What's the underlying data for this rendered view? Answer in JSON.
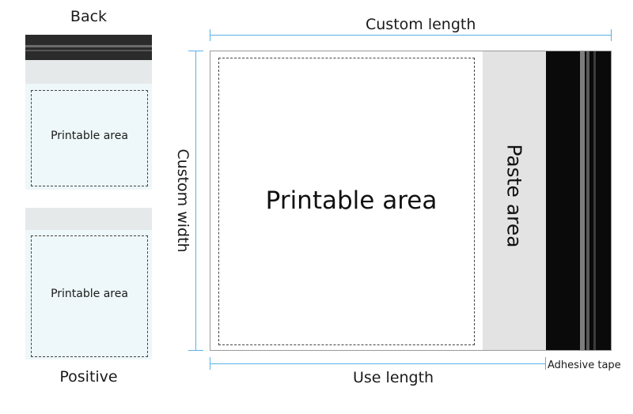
{
  "thumbnails": {
    "back": {
      "title": "Back",
      "printable_label": "Printable area"
    },
    "positive": {
      "title": "Positive",
      "printable_label": "Printable area"
    }
  },
  "main": {
    "printable_label": "Printable area",
    "paste_label": "Paste area",
    "dimensions": {
      "top_label": "Custom length",
      "left_label": "Custom width",
      "bottom_label": "Use length",
      "tape_label": "Adhesive tape"
    }
  },
  "colors": {
    "dimension_line": "#5bb1e6",
    "tape": "#0a0a0a",
    "paste_area": "#e3e3e3",
    "thumb_background": "#eef7f9"
  }
}
